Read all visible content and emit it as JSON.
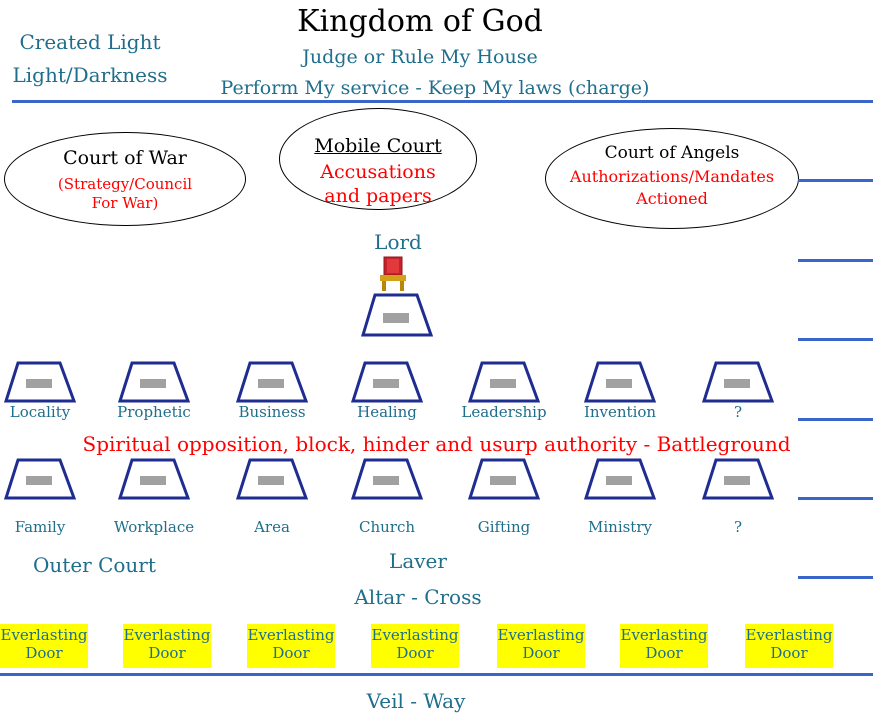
{
  "header": {
    "title": "Kingdom of God",
    "created_light": "Created Light",
    "light_darkness": "Light/Darkness",
    "judge_rule": "Judge or Rule My House",
    "perform_service": "Perform My service - Keep My laws (charge)"
  },
  "courts": {
    "war": {
      "title": "Court of War",
      "line1": "(Strategy/Council",
      "line2": "For War)"
    },
    "mobile": {
      "title": "Mobile Court",
      "line1": "Accusations",
      "line2": "and papers"
    },
    "angels": {
      "title": "Court of Angels",
      "line1": "Authorizations/Mandates",
      "line2": "Actioned"
    }
  },
  "lord": "Lord",
  "upper_labels": [
    "Locality",
    "Prophetic",
    "Business",
    "Healing",
    "Leadership",
    "Invention",
    "?"
  ],
  "battleground": "Spiritual opposition, block, hinder and usurp authority - Battleground",
  "lower_labels": [
    "Family",
    "Workplace",
    "Area",
    "Church",
    "Gifting",
    "Ministry",
    "?"
  ],
  "outer_court": "Outer Court",
  "laver": "Laver",
  "altar": "Altar - Cross",
  "doors": [
    {
      "line1": "Everlasting",
      "line2": "Door"
    },
    {
      "line1": "Everlasting",
      "line2": "Door"
    },
    {
      "line1": "Everlasting",
      "line2": "Door"
    },
    {
      "line1": "Everlasting",
      "line2": "Door"
    },
    {
      "line1": "Everlasting",
      "line2": "Door"
    },
    {
      "line1": "Everlasting",
      "line2": "Door"
    },
    {
      "line1": "Everlasting",
      "line2": "Door"
    }
  ],
  "veil": "Veil - Way",
  "colors": {
    "accent_line": "#3A66CC",
    "teal_text": "#1F6E8C",
    "red_text": "#FF0000",
    "door_fill": "#FFFF00"
  }
}
